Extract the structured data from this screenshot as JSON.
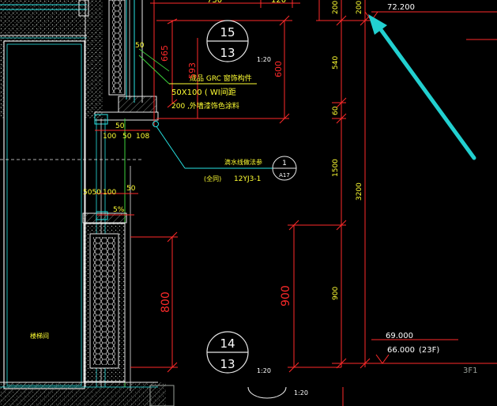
{
  "colors": {
    "background": "#000000",
    "dimension": "#ff2a2a",
    "outline": "#e8e8e8",
    "hatch": "#9aa09a",
    "detail": "#27e3e3",
    "green": "#3cd23c",
    "yellow": "#ffff33",
    "white": "#ffffff",
    "arrow": "#22d0d0"
  },
  "dimensions": {
    "top_730": "730",
    "top_120": "120",
    "v_665": "665",
    "v_593": "593",
    "v_600": "600",
    "r_200a": "200",
    "r_200b": "200",
    "r_540": "540",
    "r_60": "60",
    "r_1500": "1500",
    "r_3200": "3200",
    "r_900_small": "900",
    "h_100": "100",
    "h_50": "50",
    "h_108": "108",
    "h_50_mid": "50",
    "h_50_top": "50",
    "h_5050": "5050",
    "h_100b": "100",
    "h_50b": "50",
    "slope": "5%",
    "v_800": "800",
    "v_900": "900"
  },
  "annotations": {
    "grc_note_line1": "成品 GRC 窗饰构件",
    "grc_note_line2": "50X100 ( WI间距",
    "grc_note_line3": "200 ,外墙漆饰色涂料",
    "drip_note": "滴水线做法参",
    "drip_ref": "(全同)",
    "drip_std": "12YJ3-1",
    "room": "楼梯间",
    "scale_top": "1:20",
    "scale_bottom": "1:20",
    "scale_bottom2": "1:20"
  },
  "callouts": {
    "detail_top_num": "15",
    "detail_top_sheet": "13",
    "detail_bottom_num": "14",
    "detail_bottom_sheet": "13",
    "index_num": "1",
    "index_sheet": "A17"
  },
  "elevations": {
    "top": "72.200",
    "mid": "69.000",
    "bottom": "66.000",
    "floor": "(23F)",
    "floor_tag": "3F1"
  }
}
